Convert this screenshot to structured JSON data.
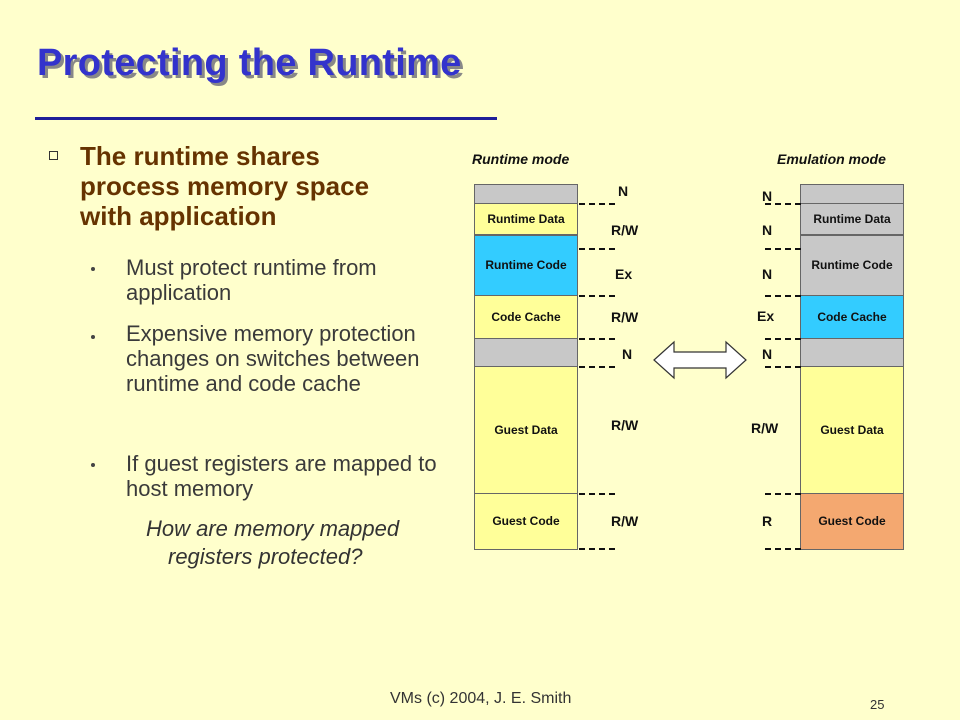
{
  "slide": {
    "title": "Protecting the Runtime",
    "main_bullet": "The runtime shares process memory space with application",
    "sub_bullets": [
      "Must protect runtime from application",
      "Expensive memory protection changes on switches between runtime and code cache",
      "If guest registers are mapped to host memory"
    ],
    "question": "How are memory mapped registers protected?",
    "footer": "VMs (c) 2004, J. E. Smith",
    "page_number": "25"
  },
  "diagram": {
    "runtime_mode": {
      "label": "Runtime mode",
      "blocks": [
        "",
        "Runtime Data",
        "Runtime Code",
        "Code  Cache",
        "",
        "Guest  Data",
        "Guest  Code"
      ],
      "perms": [
        "N",
        "R/W",
        "Ex",
        "R/W",
        "N",
        "R/W",
        "R/W"
      ]
    },
    "emulation_mode": {
      "label": "Emulation mode",
      "blocks": [
        "",
        "Runtime Data",
        "Runtime Code",
        "Code  Cache",
        "",
        "Guest  Data",
        "Guest  Code"
      ],
      "perms": [
        "N",
        "N",
        "N",
        "Ex",
        "N",
        "R/W",
        "R"
      ]
    },
    "colors": {
      "light_gray": "#c8c8c8",
      "pale_yellow": "#ffff99",
      "cyan": "#33ccff",
      "orange": "#f4a870",
      "arrow_fill": "#ffffff"
    }
  }
}
